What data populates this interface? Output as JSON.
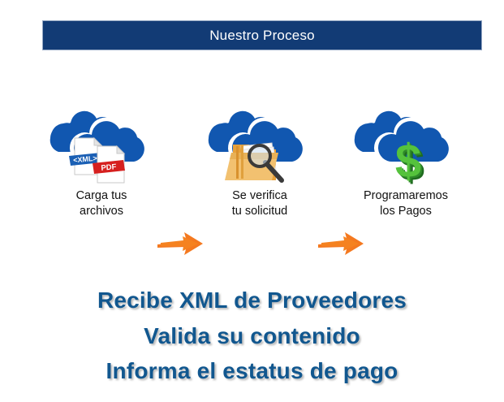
{
  "banner": {
    "title": "Nuestro Proceso",
    "background_color": "#123b75",
    "text_color": "#ffffff"
  },
  "process": {
    "steps": [
      {
        "id": "upload",
        "caption": "Carga tus\narchivos",
        "icon": "cloud-with-documents-icon",
        "badges": [
          "<XML>",
          "PDF"
        ],
        "badge_colors": [
          "#1a5fb4",
          "#d6201f"
        ]
      },
      {
        "id": "verify",
        "caption": "Se verifica\ntu solicitud",
        "icon": "cloud-with-folder-magnifier-icon",
        "badges": [],
        "badge_colors": []
      },
      {
        "id": "pay",
        "caption": "Programaremos\nlos Pagos",
        "icon": "cloud-with-dollar-icon",
        "badges": [],
        "badge_colors": []
      }
    ],
    "arrows": [
      {
        "id": "arrow-1",
        "icon": "arrow-right-icon",
        "color": "#f47920"
      },
      {
        "id": "arrow-2",
        "icon": "arrow-right-icon",
        "color": "#f47920"
      }
    ],
    "cloud_color": "#1157b0"
  },
  "headline": {
    "color": "#11578f",
    "lines": [
      "Recibe XML de Proveedores",
      "Valida su contenido",
      "Informa el estatus de pago"
    ]
  }
}
